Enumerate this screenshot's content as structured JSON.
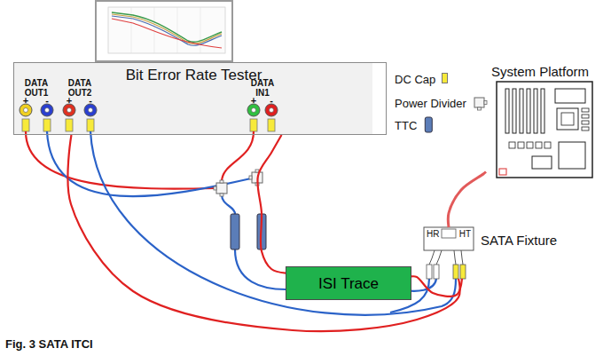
{
  "diagram": {
    "caption": "Fig. 3 SATA ITCI",
    "nodes": [
      {
        "text": [
          "Bit Error Rate Tester"
        ]
      },
      {
        "text": [
          "ISI Trace"
        ]
      },
      {
        "text": [
          "HR",
          "HT",
          "SATA Fixture"
        ]
      },
      {
        "text": [
          "System Platform"
        ]
      }
    ],
    "edges": [
      {
        "from": 0,
        "to": 1,
        "arrow": "none"
      },
      {
        "from": 0,
        "to": 2,
        "arrow": "none"
      },
      {
        "from": 1,
        "to": 2,
        "arrow": "none"
      },
      {
        "from": 2,
        "to": 3,
        "arrow": "none"
      }
    ],
    "labels": [
      "DATA OUT1",
      "+",
      "-",
      "DATA OUT2",
      "+",
      "-",
      "DATA IN1",
      "+",
      "-"
    ],
    "legend": [
      {
        "text": "DC Cap",
        "color": "#f7ea3a"
      },
      {
        "text": "Power Divider"
      },
      {
        "text": "TTC"
      }
    ]
  }
}
